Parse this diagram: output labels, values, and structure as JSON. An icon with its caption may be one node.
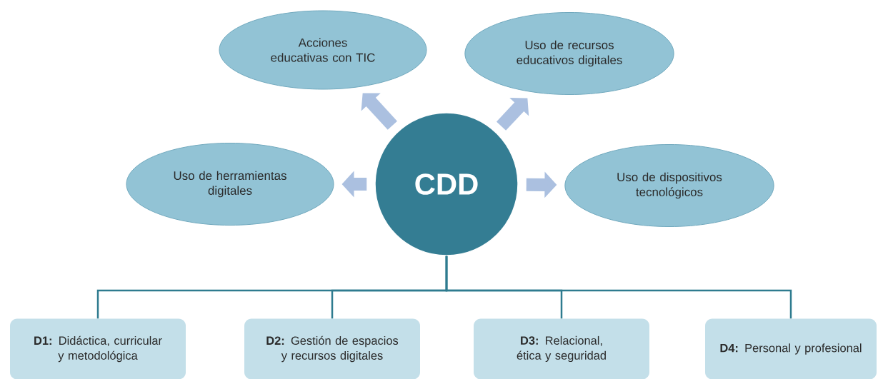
{
  "diagram": {
    "nodes": [
      {
        "text": [
          "Acciones educativas con TIC"
        ]
      },
      {
        "text": [
          "Uso de recursos educativos digitales"
        ]
      },
      {
        "text": [
          "Uso de herramientas digitales"
        ]
      },
      {
        "text": [
          "CDD"
        ]
      },
      {
        "text": [
          "Uso de dispositivos tecnológicos"
        ]
      },
      {
        "text": [
          "**D1:** Didáctica, curricular y metodológica"
        ]
      },
      {
        "text": [
          "**D2:** Gestión de espacios y recursos digitales"
        ]
      },
      {
        "text": [
          "**D3:** Relacional, ética y seguridad"
        ]
      },
      {
        "text": [
          "**D4:** Personal y profesional"
        ]
      }
    ],
    "edges": [
      {
        "from": 3,
        "to": 0,
        "arrow": "to",
        "style": "thick",
        "color": "#abc0e0"
      },
      {
        "from": 3,
        "to": 1,
        "arrow": "to",
        "style": "thick",
        "color": "#abc0e0"
      },
      {
        "from": 3,
        "to": 2,
        "arrow": "to",
        "style": "thick",
        "color": "#abc0e0"
      },
      {
        "from": 3,
        "to": 4,
        "arrow": "to",
        "style": "thick",
        "color": "#abc0e0"
      },
      {
        "from": 3,
        "to": 5,
        "arrow": "none",
        "color": "#2e7b8f"
      },
      {
        "from": 3,
        "to": 6,
        "arrow": "none",
        "color": "#2e7b8f"
      },
      {
        "from": 3,
        "to": 7,
        "arrow": "none",
        "color": "#2e7b8f"
      },
      {
        "from": 3,
        "to": 8,
        "arrow": "none",
        "color": "#2e7b8f"
      }
    ]
  }
}
